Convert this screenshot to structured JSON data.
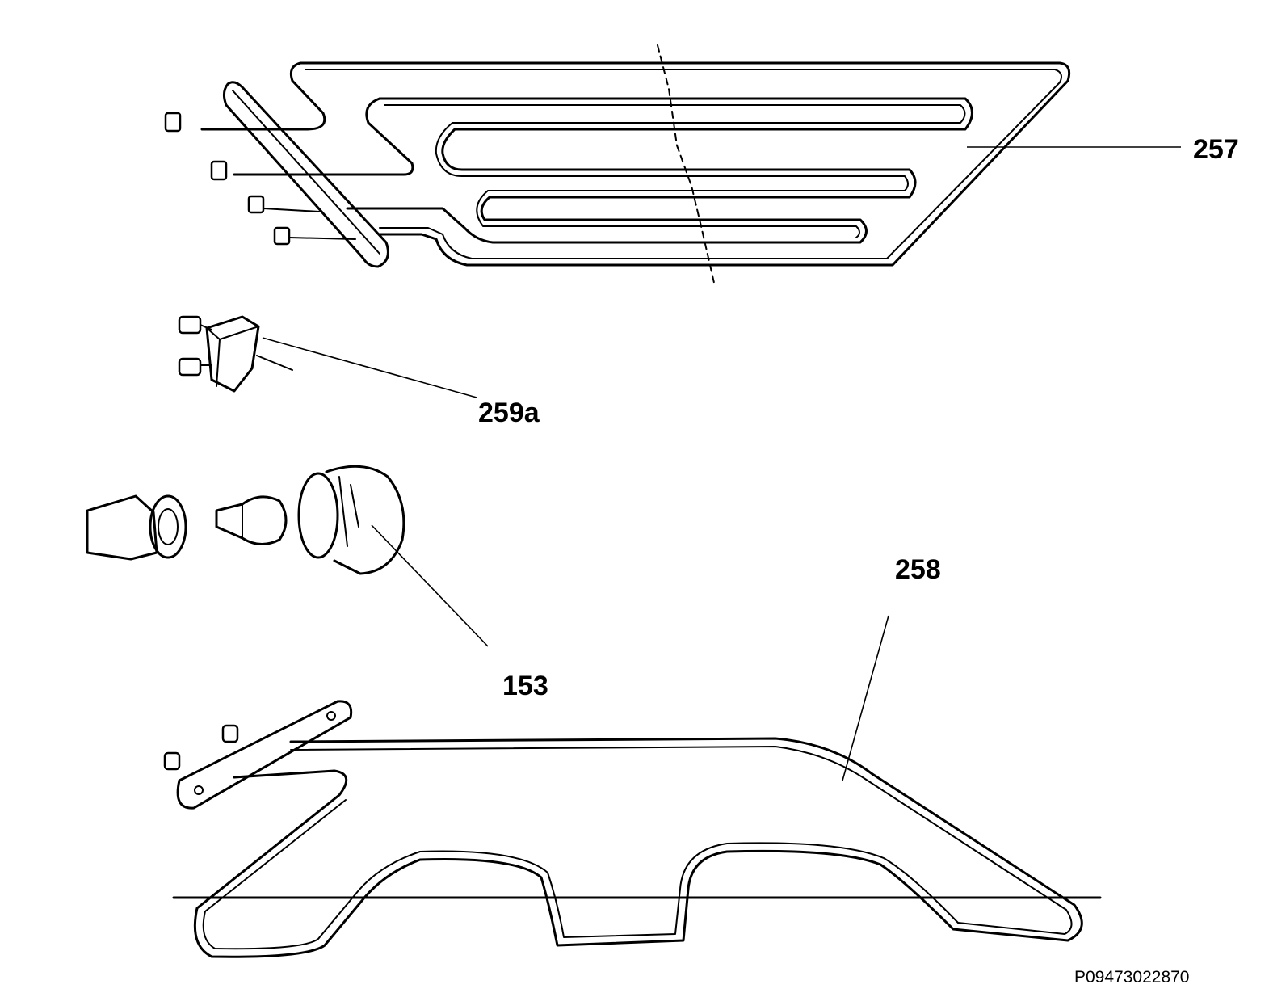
{
  "labels": {
    "grill_element": "257",
    "thermal_cutout": "259a",
    "lamp_assembly": "153",
    "bottom_element": "258"
  },
  "drawing_code": "P09473022870",
  "colors": {
    "ink": "#000000",
    "paper": "#ffffff"
  }
}
